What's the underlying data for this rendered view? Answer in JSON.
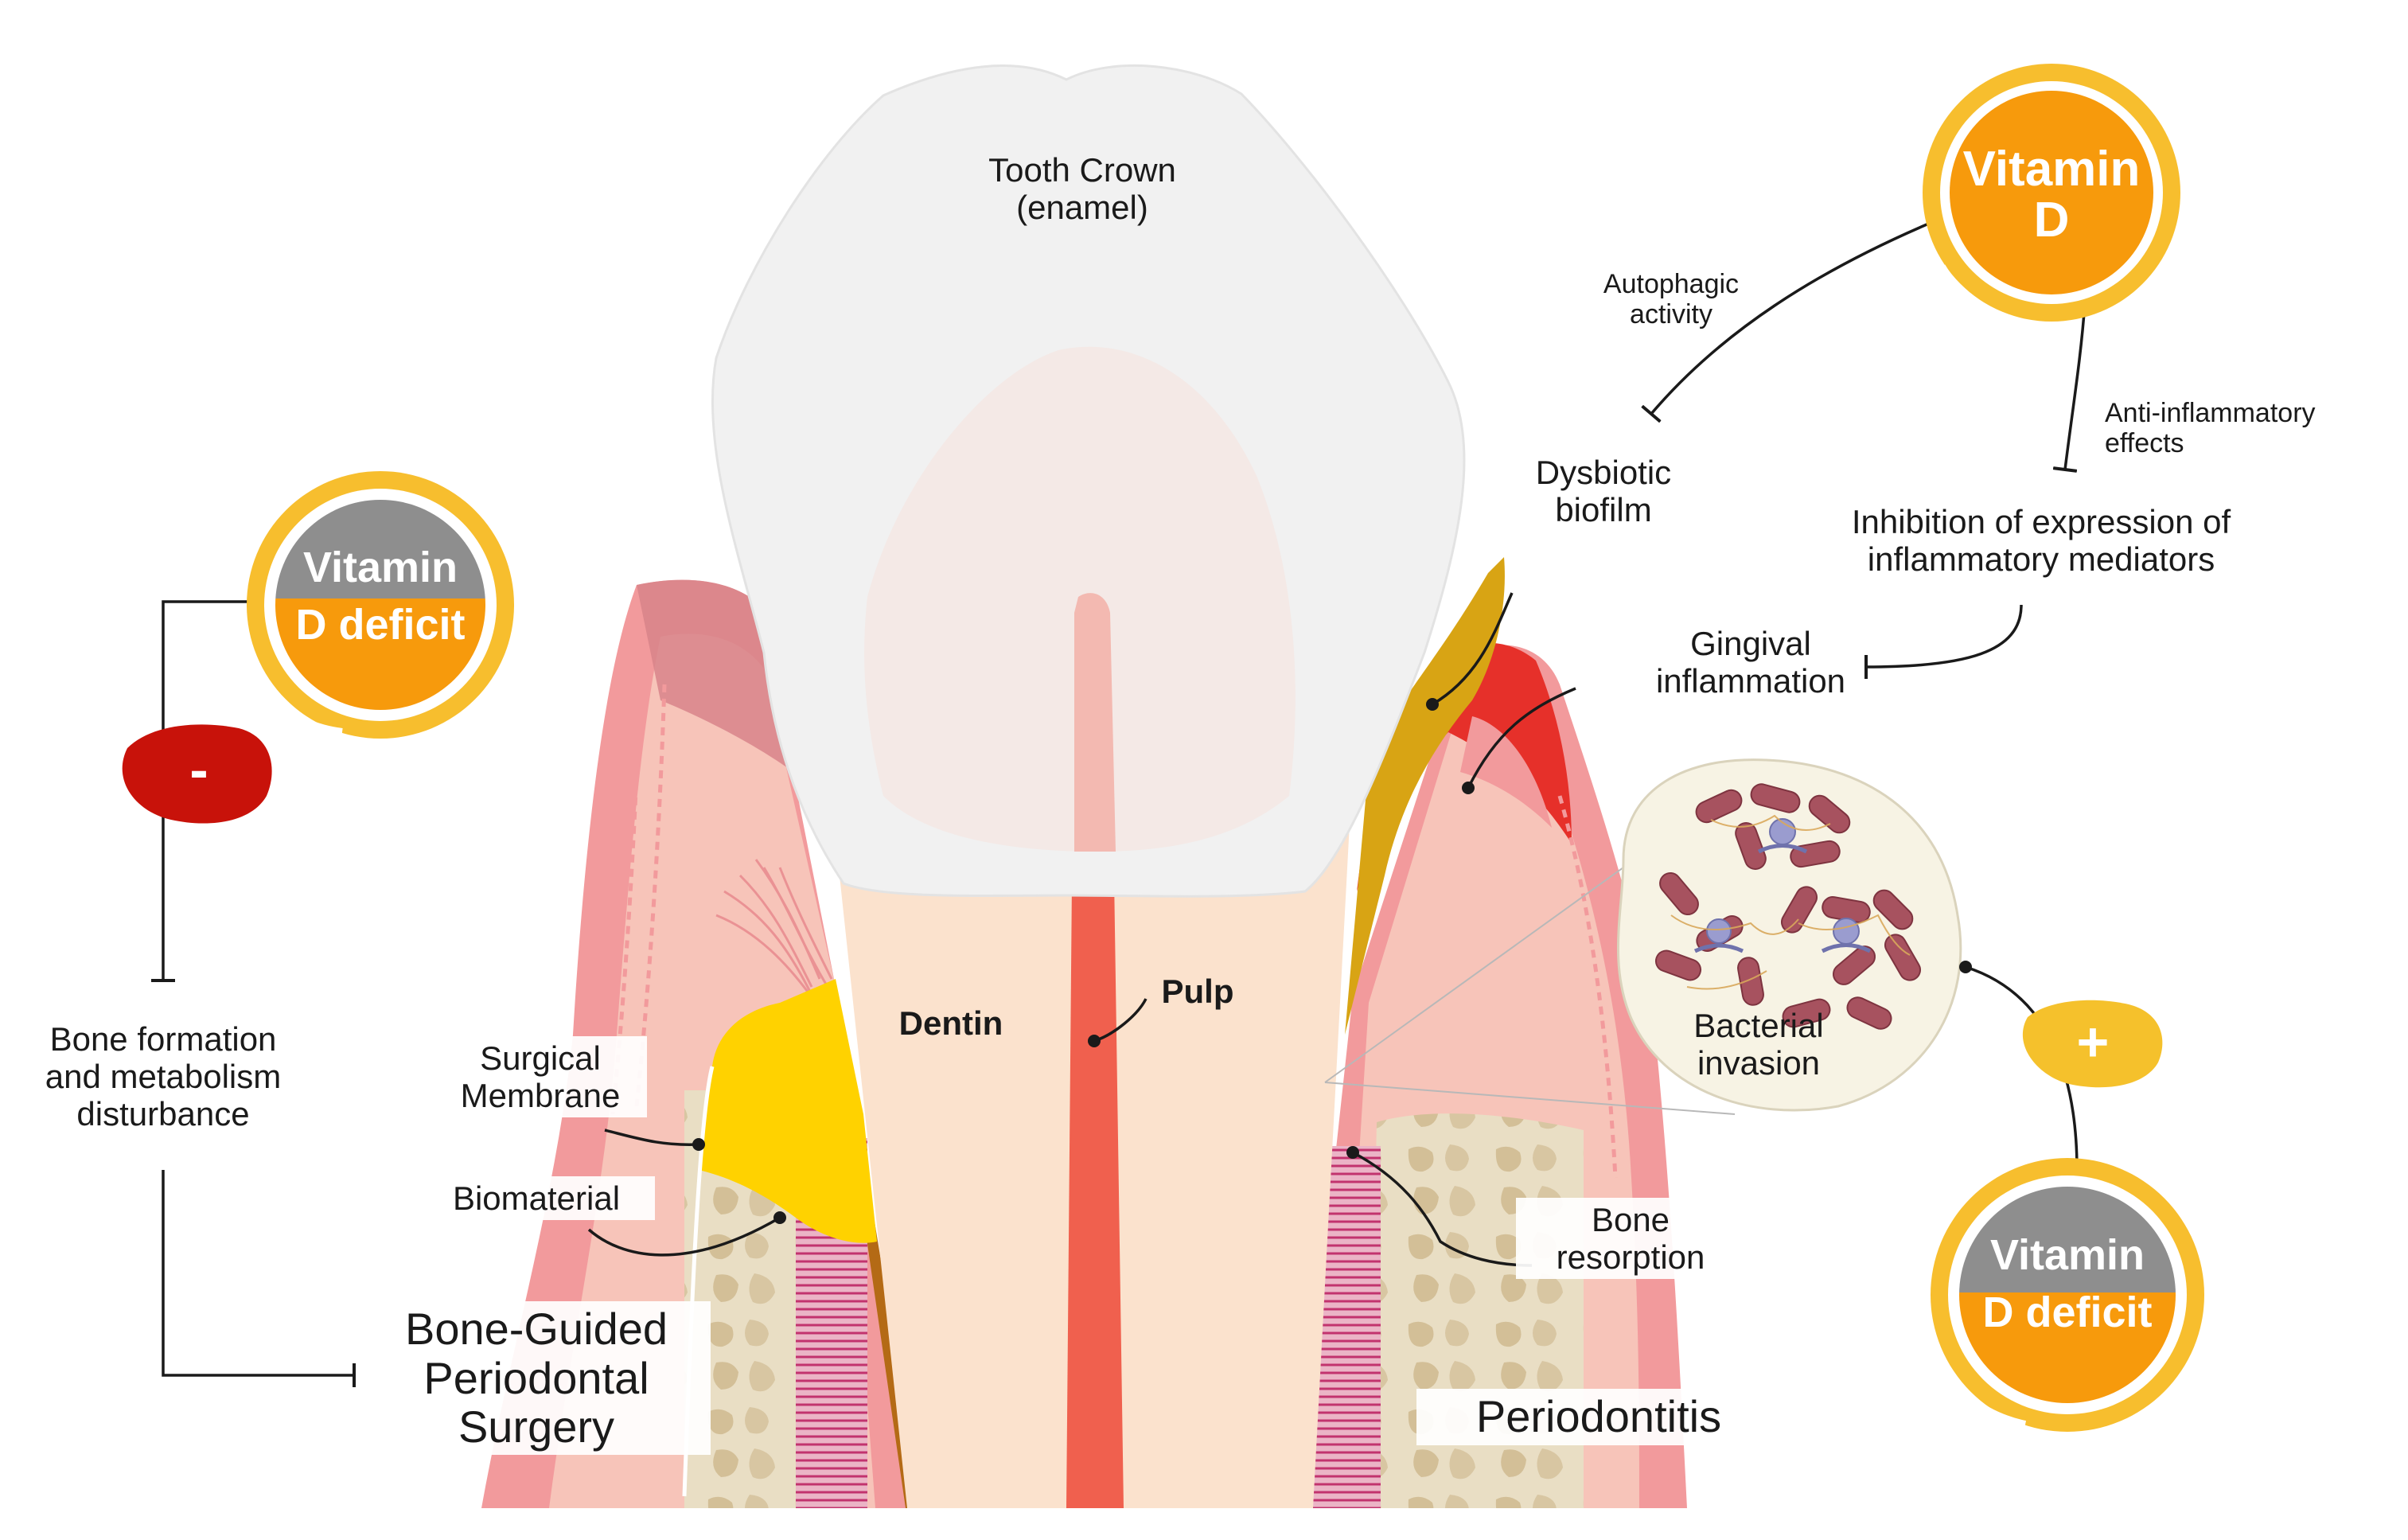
{
  "diagram": {
    "tooth": {
      "crown_label_line1": "Tooth Crown",
      "crown_label_line2": "(enamel)",
      "dentin_label": "Dentin",
      "pulp_label": "Pulp"
    },
    "badges": {
      "top_right": {
        "line1": "Vitamin",
        "line2": "D"
      },
      "left": {
        "line1": "Vitamin",
        "line2": "D deficit"
      },
      "bottom_right": {
        "line1": "Vitamin",
        "line2": "D deficit"
      }
    },
    "signs": {
      "minus": "-",
      "plus": "+"
    },
    "labels": {
      "autophagic_line1": "Autophagic",
      "autophagic_line2": "activity",
      "anti_inflammatory_line1": "Anti-inflammatory",
      "anti_inflammatory_line2": "effects",
      "dysbiotic_line1": "Dysbiotic",
      "dysbiotic_line2": "biofilm",
      "inhibition_line1": "Inhibition of expression of",
      "inhibition_line2": "inflammatory mediators",
      "gingival_line1": "Gingival",
      "gingival_line2": "inflammation",
      "bacterial_line1": "Bacterial",
      "bacterial_line2": "invasion",
      "bone_formation_line1": "Bone formation",
      "bone_formation_line2": "and metabolism",
      "bone_formation_line3": "disturbance",
      "surgical_line1": "Surgical",
      "surgical_line2": "Membrane",
      "biomaterial": "Biomaterial",
      "bone_guided_line1": "Bone-Guided",
      "bone_guided_line2": "Periodontal",
      "bone_guided_line3": "Surgery",
      "bone_resorption_line1": "Bone",
      "bone_resorption_line2": "resorption",
      "periodontitis": "Periodontitis"
    },
    "colors": {
      "vitamin_orange": "#F79A0C",
      "ring_yellow": "#F7BE2E",
      "deficit_gray": "#8E8E8E",
      "minus_red": "#C8120A",
      "plus_yellow": "#F5C12C",
      "gum_pink": "#F4A1A2",
      "gum_light": "#F9C9BE",
      "enamel": "#F3F3F3",
      "dentin": "#FBE2CD",
      "pulp": "#F0604E",
      "bone": "#E9DEC4",
      "membrane_yellow": "#FFD200",
      "biofilm_gold": "#D8A414",
      "inflammation_red": "#E62F25"
    }
  }
}
